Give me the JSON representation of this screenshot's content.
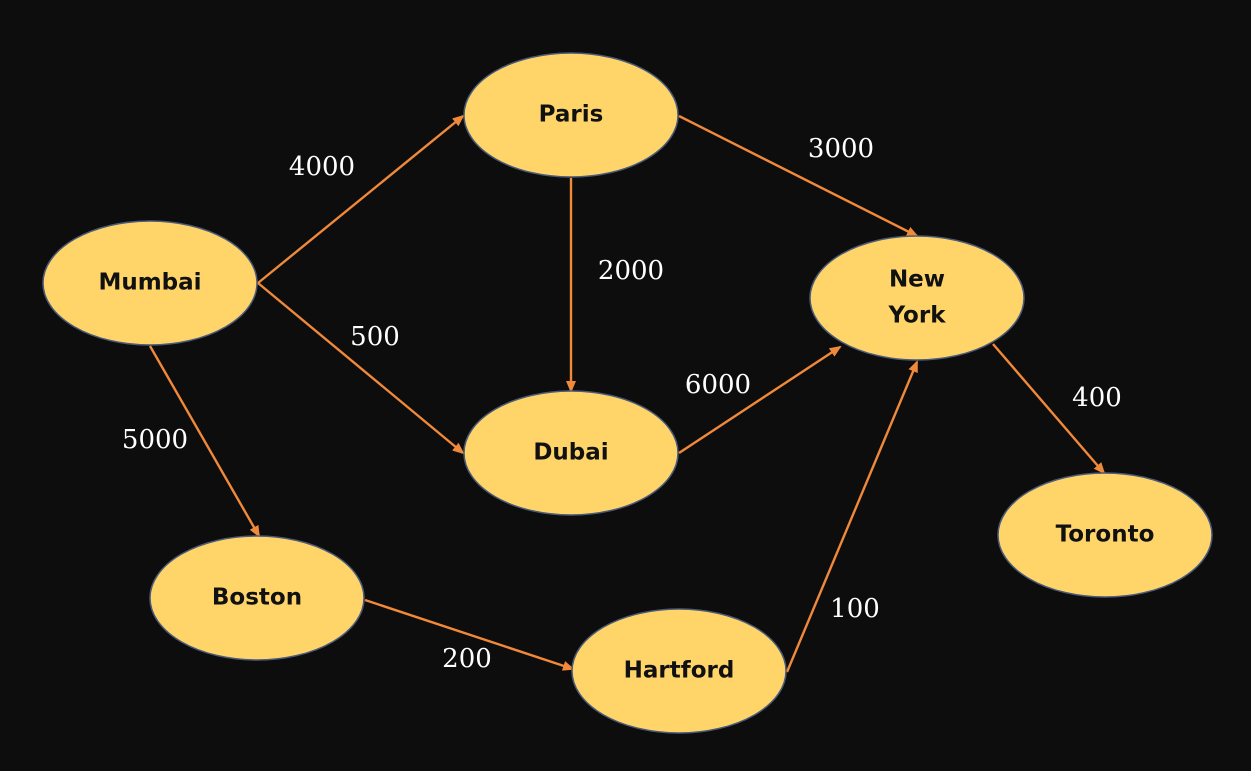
{
  "nodes": [
    {
      "id": "mumbai",
      "label": "Mumbai"
    },
    {
      "id": "paris",
      "label": "Paris"
    },
    {
      "id": "dubai",
      "label": "Dubai"
    },
    {
      "id": "newyork",
      "label": "New\nYork"
    },
    {
      "id": "boston",
      "label": "Boston"
    },
    {
      "id": "hartford",
      "label": "Hartford"
    },
    {
      "id": "toronto",
      "label": "Toronto"
    }
  ],
  "edges": [
    {
      "from": "mumbai",
      "to": "paris",
      "weight": "4000"
    },
    {
      "from": "mumbai",
      "to": "dubai",
      "weight": "500"
    },
    {
      "from": "mumbai",
      "to": "boston",
      "weight": "5000"
    },
    {
      "from": "paris",
      "to": "dubai",
      "weight": "2000"
    },
    {
      "from": "paris",
      "to": "newyork",
      "weight": "3000"
    },
    {
      "from": "dubai",
      "to": "newyork",
      "weight": "6000"
    },
    {
      "from": "boston",
      "to": "hartford",
      "weight": "200"
    },
    {
      "from": "hartford",
      "to": "newyork",
      "weight": "100"
    },
    {
      "from": "newyork",
      "to": "toronto",
      "weight": "400"
    }
  ],
  "colors": {
    "background": "#0d0d0d",
    "node_fill": "#ffd56a",
    "node_stroke": "#4a5a78",
    "edge": "#f0893a",
    "weight_text": "#ffffff",
    "node_text": "#111111"
  }
}
